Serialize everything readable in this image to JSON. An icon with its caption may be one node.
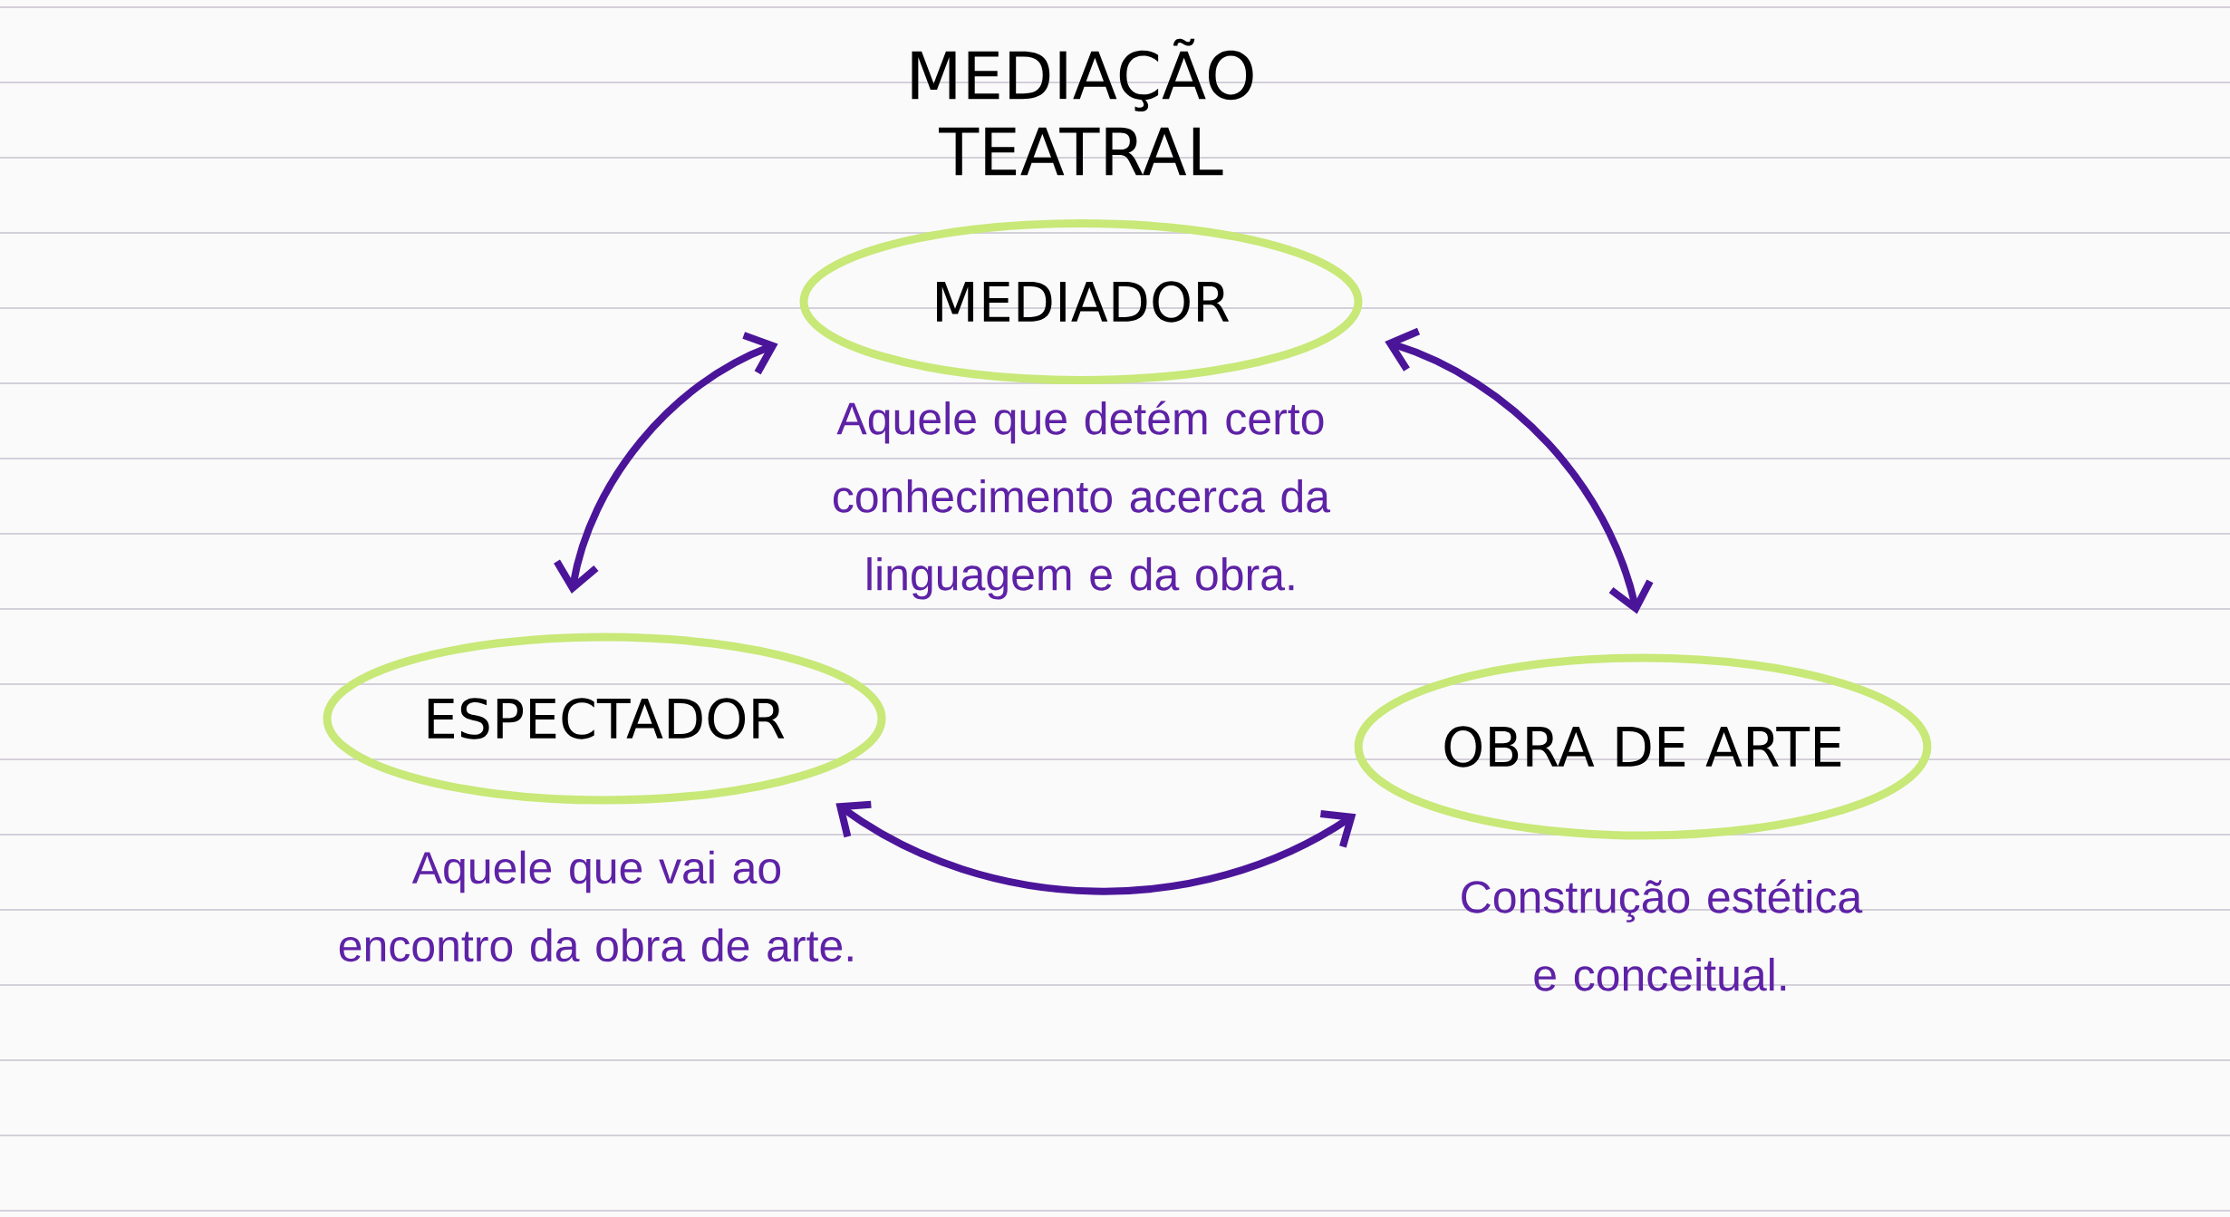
{
  "diagram": {
    "title": "MEDIAÇÃO TEATRAL",
    "nodes": [
      {
        "text": [
          "MEDIADOR"
        ],
        "beside": [
          "Aquele que detém certo conhecimento acerca da linguagem e da obra."
        ]
      },
      {
        "text": [
          "ESPECTADOR"
        ],
        "beside": [
          "Aquele que vai ao encontro da obra de arte."
        ]
      },
      {
        "text": [
          "OBRA DE ARTE"
        ],
        "beside": [
          "Construção estética e conceitual."
        ]
      }
    ],
    "edges": [
      {
        "from": 1,
        "to": 0,
        "arrow": "both"
      },
      {
        "from": 0,
        "to": 2,
        "arrow": "both"
      },
      {
        "from": 1,
        "to": 2,
        "arrow": "both"
      }
    ]
  }
}
